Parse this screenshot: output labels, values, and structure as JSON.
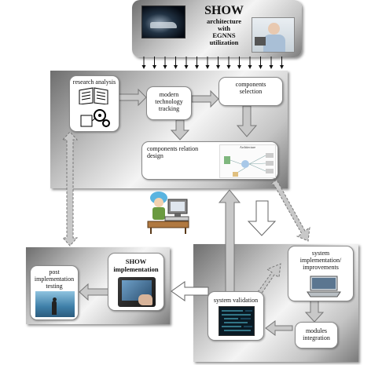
{
  "header": {
    "title": "SHOW",
    "subtitle": "architecture\nwith\nEGNNS\nutilization"
  },
  "nodes": {
    "research": "research analysis",
    "modern": "modern\ntechnology\ntracking",
    "components": "components\nselection",
    "relation": "components relation\ndesign",
    "architecture_caption": "Architecture",
    "sysimpl": "system\nimplementation/\nimprovements",
    "validation": "system validation",
    "modules": "modules\nintegration",
    "showimpl": "SHOW\nimplementation",
    "post": "post\nimplementation\ntesting"
  },
  "colors": {
    "panel_dark": "#6e6e6e",
    "panel_light": "#f4f4f4",
    "arrow_fill": "#c8c8c8",
    "arrow_stroke": "#777777"
  }
}
